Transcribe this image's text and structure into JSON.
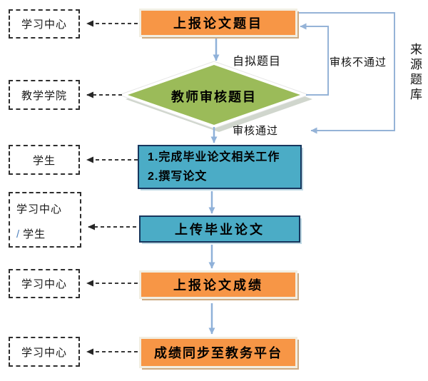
{
  "colors": {
    "process_orange": "#F79646",
    "orange_border": "#F2EEE2",
    "orange_shadow": "#CDAB83",
    "process_teal": "#4BACC6",
    "teal_border_navy": "#17365D",
    "teal_shadow": "#BFD9E4",
    "decision_green": "#9BBB59",
    "flow_arrow_blue": "#8FB1D9",
    "loop_line_blue": "#95B3D7",
    "dashed_arrow_black": "#2e2e2e",
    "slash_blue": "#4F81BD"
  },
  "actors": [
    {
      "label": "学习中心"
    },
    {
      "label": "教学学院"
    },
    {
      "label": "学生"
    },
    {
      "line1": "学习中心",
      "slash": "/",
      "line2": "学生"
    },
    {
      "label": "学习中心"
    },
    {
      "label": "学习中心"
    }
  ],
  "nodes": [
    {
      "label": "上报论文题目",
      "type": "orange"
    },
    {
      "label": "教师审核题目",
      "type": "decision"
    },
    {
      "line1": "1.完成毕业论文相关工作",
      "line2": "2.撰写论文",
      "type": "teal"
    },
    {
      "label": "上传毕业论文",
      "type": "teal"
    },
    {
      "label": "上报论文成绩",
      "type": "orange"
    },
    {
      "label": "成绩同步至教务平台",
      "type": "orange"
    }
  ],
  "edge_labels": {
    "self_proposed": "自拟题目",
    "review_passed": "审核通过",
    "review_failed": "审核不通过",
    "source_bank": "来源题库"
  }
}
